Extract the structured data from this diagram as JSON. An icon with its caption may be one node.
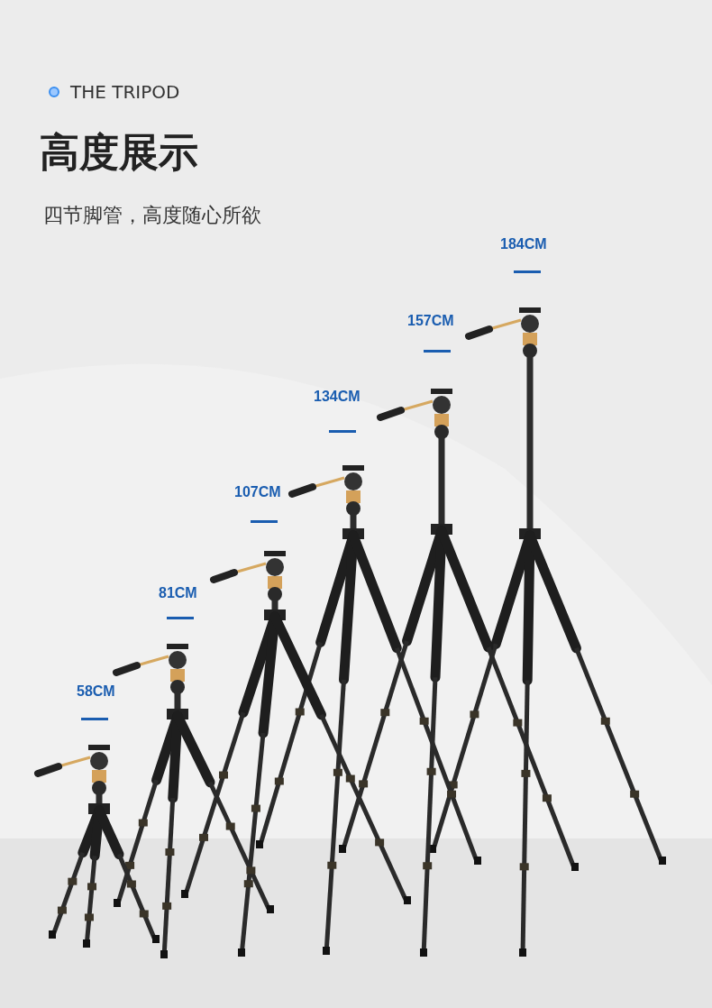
{
  "diagram": {
    "title": "高度展示",
    "labels": [
      "THE TRIPOD",
      "四节脚管，高度随心所欲",
      "184CM",
      "157CM",
      "134CM",
      "107CM",
      "81CM",
      "58CM"
    ]
  }
}
